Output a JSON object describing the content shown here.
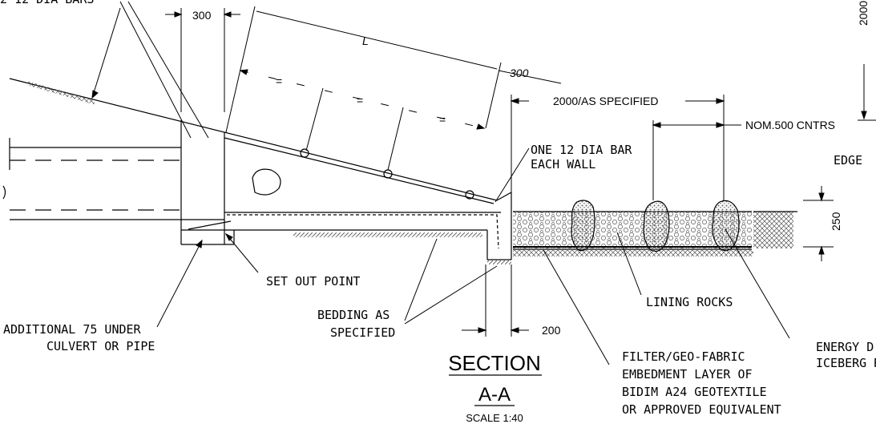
{
  "labels": {
    "bars_top": "2 12 DIA BARS",
    "dim_300_left": "300",
    "dim_L": "L",
    "dim_eq1": "=",
    "dim_eq2": "=",
    "dim_eq3": "=",
    "dim_300_right": "300",
    "dim_2000_spec": "2000/AS SPECIFIED",
    "dim_nom500": "NOM.500 CNTRS",
    "dim_2000_vertical": "2000",
    "edge_label": "EDGE",
    "one_bar_l1": "ONE 12 DIA BAR",
    "one_bar_l2": "EACH WALL",
    "dim_250": "250",
    "set_out_point": "SET OUT POINT",
    "lining_rocks": "LINING ROCKS",
    "additional_l1": "ADDITIONAL 75 UNDER",
    "additional_l2": "CULVERT OR PIPE",
    "bedding_l1": "BEDDING AS",
    "bedding_l2": "SPECIFIED",
    "dim_200": "200",
    "filter_l1": "FILTER/GEO-FABRIC",
    "filter_l2": "EMBEDMENT LAYER OF",
    "filter_l3": "BIDIM A24 GEOTEXTILE",
    "filter_l4": "OR APPROVED EQUIVALENT",
    "energy_l1": "ENERGY D",
    "energy_l2": "ICEBERG R"
  },
  "title_block": {
    "section": "SECTION",
    "section_id": "A-A",
    "scale": "SCALE 1:40"
  },
  "colors": {
    "line": "#000000",
    "hatch": "#555555",
    "background": "#ffffff"
  }
}
